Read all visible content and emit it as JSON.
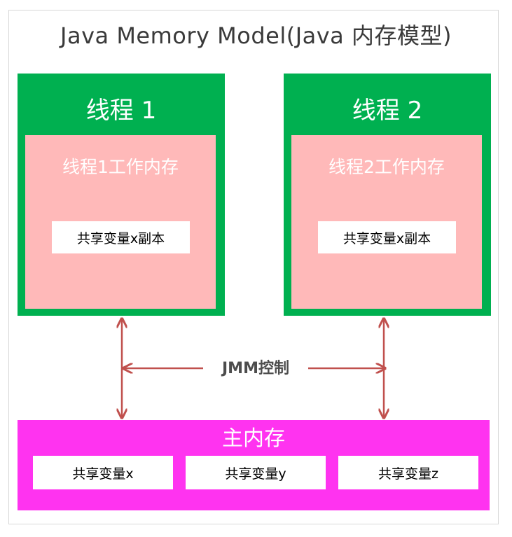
{
  "title": "Java Memory Model(Java 内存模型)",
  "threads": [
    {
      "title": "线程 1",
      "work_memory": "线程1工作内存",
      "variable_copy": "共享变量x副本"
    },
    {
      "title": "线程 2",
      "work_memory": "线程2工作内存",
      "variable_copy": "共享变量x副本"
    }
  ],
  "control_label": "JMM控制",
  "main_memory": {
    "title": "主内存",
    "variables": [
      "共享变量x",
      "共享变量y",
      "共享变量z"
    ]
  },
  "colors": {
    "thread": "#00b050",
    "work_memory": "#ffb9b9",
    "main_memory": "#ff33f0",
    "arrow": "#c0504d"
  }
}
